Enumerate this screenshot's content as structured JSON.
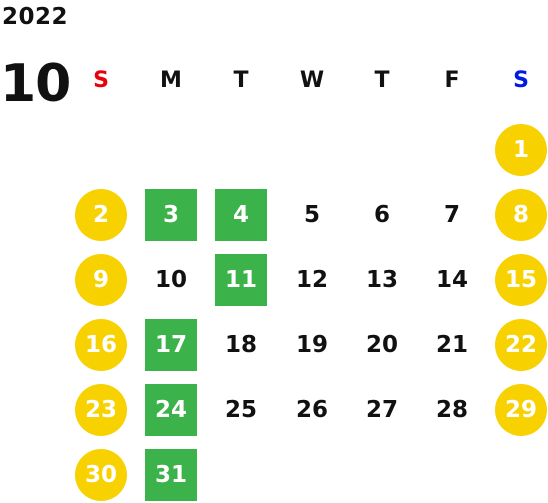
{
  "calendar": {
    "year": "2022",
    "month": "10",
    "weekdays": [
      "S",
      "M",
      "T",
      "W",
      "T",
      "F",
      "S"
    ],
    "weekday_colors": [
      "#e8000b",
      "#111111",
      "#111111",
      "#111111",
      "#111111",
      "#111111",
      "#0019e6"
    ],
    "colors": {
      "weekend_circle": "#f7d100",
      "highlight_square": "#3bb34a",
      "text_dark": "#111111",
      "text_light": "#ffffff"
    },
    "first_weekday_index": 6,
    "days_in_month": 31,
    "highlighted_days": [
      3,
      4,
      11,
      17,
      24,
      31
    ]
  }
}
